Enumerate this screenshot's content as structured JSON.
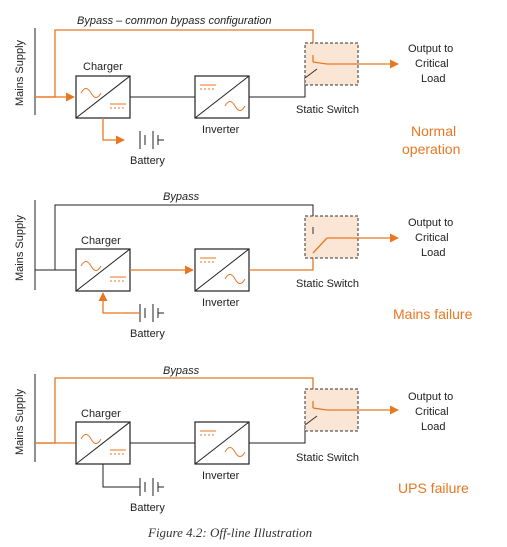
{
  "colors": {
    "accent": "#E87722",
    "line": "#222222",
    "switch_fill": "#fbe6d6"
  },
  "panels": [
    {
      "mains_supply": "Mains Supply",
      "bypass_label": "Bypass – common bypass configuration",
      "charger": "Charger",
      "inverter": "Inverter",
      "battery": "Battery",
      "static_switch": "Static Switch",
      "output": [
        "Output to",
        "Critical",
        "Load"
      ],
      "mode": [
        "Normal",
        "operation"
      ]
    },
    {
      "mains_supply": "Mains Supply",
      "bypass_label": "Bypass",
      "charger": "Charger",
      "inverter": "Inverter",
      "battery": "Battery",
      "static_switch": "Static Switch",
      "output": [
        "Output to",
        "Critical",
        "Load"
      ],
      "mode": [
        "Mains failure"
      ]
    },
    {
      "mains_supply": "Mains Supply",
      "bypass_label": "Bypass",
      "charger": "Charger",
      "inverter": "Inverter",
      "battery": "Battery",
      "static_switch": "Static Switch",
      "output": [
        "Output to",
        "Critical",
        "Load"
      ],
      "mode": [
        "UPS failure"
      ]
    }
  ],
  "caption": "Figure 4.2:  Off-line Illustration"
}
